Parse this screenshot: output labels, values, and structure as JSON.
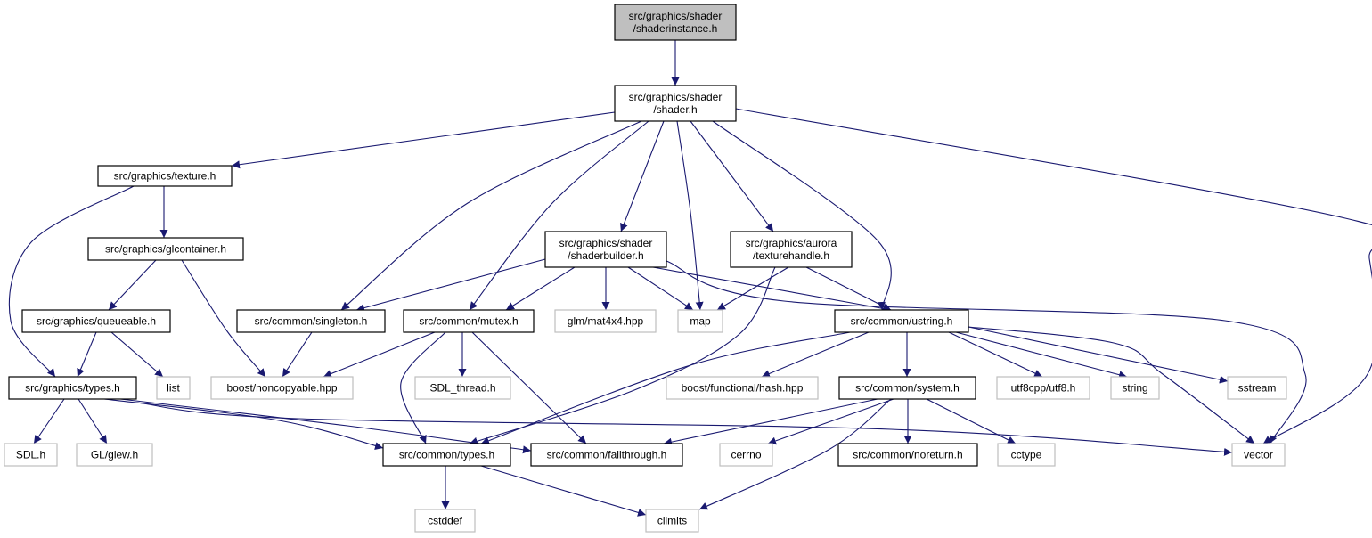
{
  "diagram": {
    "type": "include-dependency-graph",
    "colors": {
      "edge": "#191970",
      "project_border": "#000000",
      "system_border": "#bfbfbf",
      "focus_fill": "#bfbfbf"
    },
    "nodes": [
      {
        "id": "shaderinstance",
        "lines": [
          "src/graphics/shader",
          "/shaderinstance.h"
        ],
        "kind": "focus"
      },
      {
        "id": "shader",
        "lines": [
          "src/graphics/shader",
          "/shader.h"
        ],
        "kind": "project"
      },
      {
        "id": "texture",
        "lines": [
          "src/graphics/texture.h"
        ],
        "kind": "project"
      },
      {
        "id": "glcontainer",
        "lines": [
          "src/graphics/glcontainer.h"
        ],
        "kind": "project"
      },
      {
        "id": "shaderbuilder",
        "lines": [
          "src/graphics/shader",
          "/shaderbuilder.h"
        ],
        "kind": "project"
      },
      {
        "id": "texturehandle",
        "lines": [
          "src/graphics/aurora",
          "/texturehandle.h"
        ],
        "kind": "project"
      },
      {
        "id": "queueable",
        "lines": [
          "src/graphics/queueable.h"
        ],
        "kind": "project"
      },
      {
        "id": "singleton",
        "lines": [
          "src/common/singleton.h"
        ],
        "kind": "project"
      },
      {
        "id": "mutex",
        "lines": [
          "src/common/mutex.h"
        ],
        "kind": "project"
      },
      {
        "id": "mat4x4",
        "lines": [
          "glm/mat4x4.hpp"
        ],
        "kind": "system"
      },
      {
        "id": "map",
        "lines": [
          "map"
        ],
        "kind": "system"
      },
      {
        "id": "ustring",
        "lines": [
          "src/common/ustring.h"
        ],
        "kind": "project"
      },
      {
        "id": "gtypes",
        "lines": [
          "src/graphics/types.h"
        ],
        "kind": "project"
      },
      {
        "id": "list",
        "lines": [
          "list"
        ],
        "kind": "system"
      },
      {
        "id": "noncopyable",
        "lines": [
          "boost/noncopyable.hpp"
        ],
        "kind": "system"
      },
      {
        "id": "sdlthread",
        "lines": [
          "SDL_thread.h"
        ],
        "kind": "system"
      },
      {
        "id": "hash",
        "lines": [
          "boost/functional/hash.hpp"
        ],
        "kind": "system"
      },
      {
        "id": "system",
        "lines": [
          "src/common/system.h"
        ],
        "kind": "project"
      },
      {
        "id": "utf8",
        "lines": [
          "utf8cpp/utf8.h"
        ],
        "kind": "system"
      },
      {
        "id": "string",
        "lines": [
          "string"
        ],
        "kind": "system"
      },
      {
        "id": "sstream",
        "lines": [
          "sstream"
        ],
        "kind": "system"
      },
      {
        "id": "sdl",
        "lines": [
          "SDL.h"
        ],
        "kind": "system"
      },
      {
        "id": "glew",
        "lines": [
          "GL/glew.h"
        ],
        "kind": "system"
      },
      {
        "id": "ctypes",
        "lines": [
          "src/common/types.h"
        ],
        "kind": "project"
      },
      {
        "id": "fallthrough",
        "lines": [
          "src/common/fallthrough.h"
        ],
        "kind": "project"
      },
      {
        "id": "cerrno",
        "lines": [
          "cerrno"
        ],
        "kind": "system"
      },
      {
        "id": "noreturn",
        "lines": [
          "src/common/noreturn.h"
        ],
        "kind": "project"
      },
      {
        "id": "cctype",
        "lines": [
          "cctype"
        ],
        "kind": "system"
      },
      {
        "id": "vector",
        "lines": [
          "vector"
        ],
        "kind": "system"
      },
      {
        "id": "cstddef",
        "lines": [
          "cstddef"
        ],
        "kind": "system"
      },
      {
        "id": "climits",
        "lines": [
          "climits"
        ],
        "kind": "system"
      }
    ],
    "edges": [
      [
        "shaderinstance",
        "shader"
      ],
      [
        "shader",
        "texture"
      ],
      [
        "shader",
        "singleton"
      ],
      [
        "shader",
        "mutex"
      ],
      [
        "shader",
        "shaderbuilder"
      ],
      [
        "shader",
        "map"
      ],
      [
        "shader",
        "texturehandle"
      ],
      [
        "shader",
        "ustring"
      ],
      [
        "shader",
        "vector"
      ],
      [
        "texture",
        "glcontainer"
      ],
      [
        "texture",
        "gtypes"
      ],
      [
        "glcontainer",
        "queueable"
      ],
      [
        "glcontainer",
        "noncopyable"
      ],
      [
        "queueable",
        "gtypes"
      ],
      [
        "queueable",
        "list"
      ],
      [
        "gtypes",
        "sdl"
      ],
      [
        "gtypes",
        "glew"
      ],
      [
        "gtypes",
        "ctypes"
      ],
      [
        "gtypes",
        "fallthrough"
      ],
      [
        "gtypes",
        "vector"
      ],
      [
        "shaderbuilder",
        "singleton"
      ],
      [
        "shaderbuilder",
        "mutex"
      ],
      [
        "shaderbuilder",
        "mat4x4"
      ],
      [
        "shaderbuilder",
        "map"
      ],
      [
        "shaderbuilder",
        "ustring"
      ],
      [
        "shaderbuilder",
        "vector"
      ],
      [
        "texturehandle",
        "map"
      ],
      [
        "texturehandle",
        "ustring"
      ],
      [
        "texturehandle",
        "ctypes"
      ],
      [
        "singleton",
        "noncopyable"
      ],
      [
        "mutex",
        "noncopyable"
      ],
      [
        "mutex",
        "sdlthread"
      ],
      [
        "mutex",
        "ctypes"
      ],
      [
        "mutex",
        "fallthrough"
      ],
      [
        "ustring",
        "ctypes"
      ],
      [
        "ustring",
        "hash"
      ],
      [
        "ustring",
        "system"
      ],
      [
        "ustring",
        "utf8"
      ],
      [
        "ustring",
        "string"
      ],
      [
        "ustring",
        "sstream"
      ],
      [
        "ustring",
        "vector"
      ],
      [
        "system",
        "fallthrough"
      ],
      [
        "system",
        "cerrno"
      ],
      [
        "system",
        "noreturn"
      ],
      [
        "system",
        "cctype"
      ],
      [
        "system",
        "climits"
      ],
      [
        "ctypes",
        "cstddef"
      ],
      [
        "ctypes",
        "climits"
      ]
    ]
  }
}
